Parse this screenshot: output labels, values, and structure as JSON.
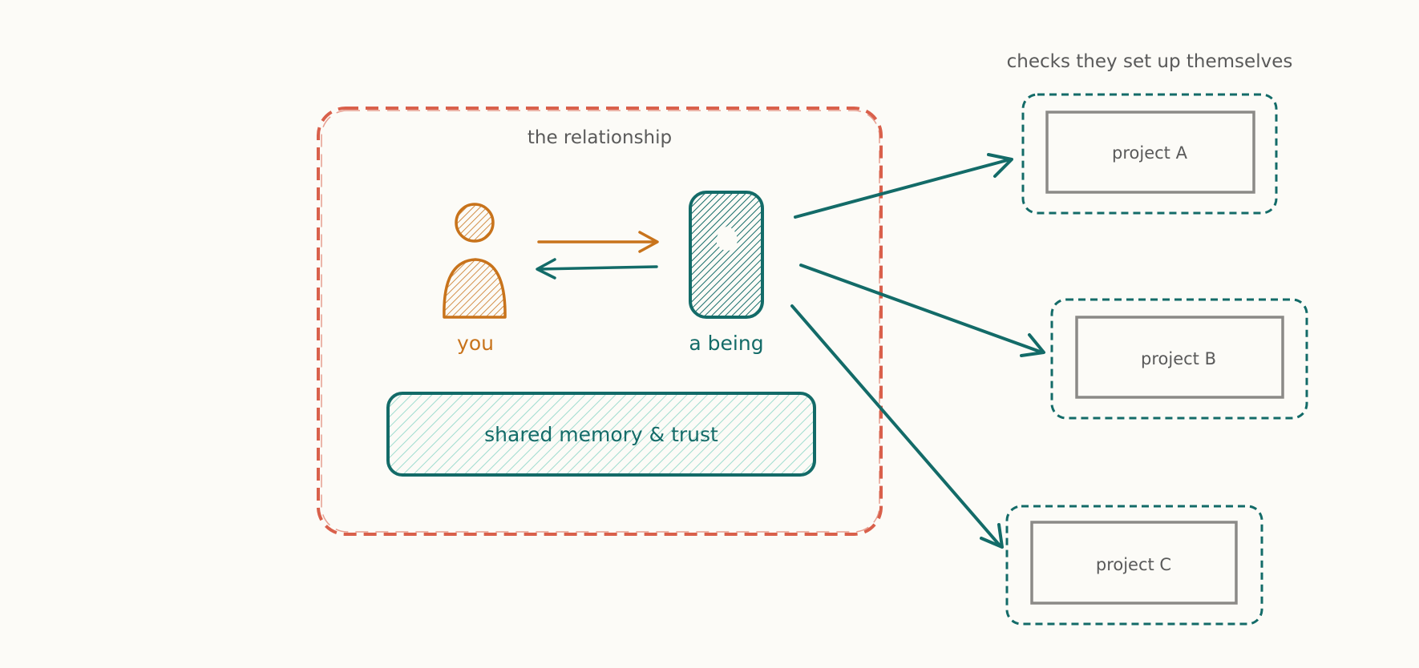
{
  "labels": {
    "relationship_title": "the relationship",
    "you": "you",
    "being": "a being",
    "shared": "shared memory & trust",
    "checks_title": "checks they set up themselves"
  },
  "projects": [
    {
      "label": "project A"
    },
    {
      "label": "project B"
    },
    {
      "label": "project C"
    }
  ],
  "colors": {
    "background": "#fcfbf7",
    "relationship_border": "#d9604b",
    "you": "#c8731b",
    "being": "#136b68",
    "shared_fill": "#9fdccf",
    "project_border": "#8b8a87",
    "text_gray": "#5a5a5a"
  }
}
